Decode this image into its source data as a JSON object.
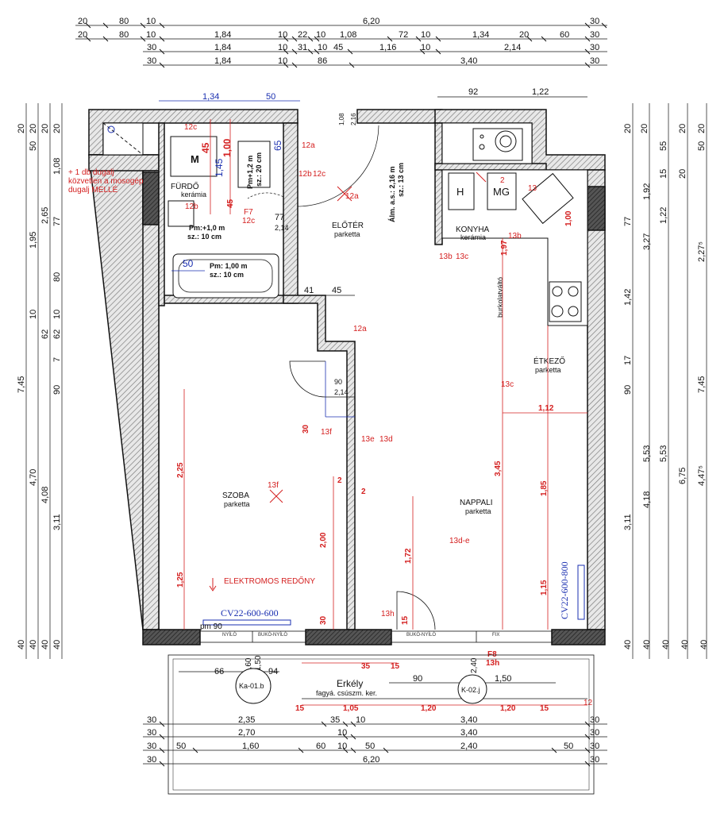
{
  "top_dims": {
    "row1": [
      "20",
      "80",
      "10",
      "6,20",
      "30"
    ],
    "row2": [
      "20",
      "80",
      "10",
      "1,84",
      "10",
      "22",
      "10",
      "1,08",
      "72",
      "10",
      "1,34",
      "20",
      "60",
      "30"
    ],
    "row3": [
      "30",
      "1,84",
      "10",
      "31",
      "10",
      "45",
      "1,16",
      "10",
      "2,14",
      "30"
    ],
    "row4": [
      "30",
      "1,84",
      "10",
      "86",
      "3,40",
      "30"
    ]
  },
  "bottom_dims": {
    "row1": [
      "30",
      "2,35",
      "35",
      "10",
      "3,40",
      "30"
    ],
    "row2": [
      "30",
      "2,70",
      "10",
      "3,40",
      "30"
    ],
    "row3": [
      "30",
      "50",
      "1,60",
      "60",
      "10",
      "50",
      "2,40",
      "50",
      "30"
    ],
    "row4": [
      "30",
      "6,20",
      "30"
    ]
  },
  "left_dims": {
    "col1": [
      "20",
      "1,08",
      "1,95",
      "10",
      "7",
      "7,45",
      "40"
    ],
    "col2": [
      "50",
      "20",
      "2,65",
      "62",
      "4,70",
      "40"
    ],
    "col3": [
      "20",
      "77",
      "80",
      "10",
      "90",
      "4,08",
      "3,11",
      "40"
    ],
    "col4": [
      "20",
      "62",
      "40"
    ]
  },
  "right_dims": {
    "col1": [
      "20",
      "77",
      "3,27",
      "4,18",
      "3,11",
      "40"
    ],
    "col2": [
      "20",
      "1,92",
      "1,22",
      "1,42",
      "17",
      "90",
      "5,53",
      "40"
    ],
    "col3": [
      "55",
      "15",
      "20",
      "5,53",
      "6,75",
      "40"
    ],
    "col4": [
      "20",
      "50",
      "2,27⁵",
      "4,47⁵",
      "40"
    ],
    "col5": [
      "20",
      "7,45",
      "40"
    ]
  },
  "rooms": {
    "furdo": {
      "name": "FÜRDŐ",
      "floor": "kerámia"
    },
    "eloter": {
      "name": "ELŐTÉR",
      "floor": "parketta"
    },
    "konyha": {
      "name": "KONYHA",
      "floor": "kerámia"
    },
    "etkezo": {
      "name": "ÉTKEZŐ",
      "floor": "parketta"
    },
    "szoba": {
      "name": "SZOBA",
      "floor": "parketta"
    },
    "nappali": {
      "name": "NAPPALI",
      "floor": "parketta"
    },
    "erkely": {
      "name": "Erkély",
      "floor": "fagyá. csúszm. ker."
    }
  },
  "appliances": {
    "h": "H",
    "mg": "MG",
    "m": "M"
  },
  "notes": {
    "dugalj1": "+ 1 db dugalj",
    "dugalj2": "közvetlen a mosogép",
    "dugalj3": "dugalj MELLÉ",
    "pm1_a": "Pm:+1,0 m",
    "pm1_b": "sz.: 10 cm",
    "pm2_a": "Pm: 1,00 m",
    "pm2_b": "sz.: 10 cm",
    "pm3_a": "Pm+1,2 m",
    "pm3_b": "sz.: 20 cm",
    "alm_a": "Álm. a.s.: 2,16 m",
    "alm_b": "sz.: 13 cm",
    "burkolat": "burkolatváltó",
    "redony": "ELEKTROMOS REDŐNY",
    "cv1": "CV22-600-600",
    "cv2": "CV22-600-800",
    "pm90": "pm 90",
    "ka": "Ka-01.b",
    "k02": "K-02.j",
    "nyilo1": "NYÍLÓ",
    "nyilo2": "BUKÓ-NYÍLÓ",
    "nyilo3": "BUKÓ-NYÍLÓ",
    "fix": "FIX"
  },
  "red_labels": [
    "12c",
    "12a",
    "12b",
    "12b",
    "12c",
    "12c",
    "F7",
    "12a",
    "13",
    "2",
    "13b",
    "13b",
    "13c",
    "12a",
    "13c",
    "13f",
    "13e",
    "13d",
    "13f",
    "13d-e",
    "13h",
    "F8",
    "13h",
    "12"
  ],
  "inner_dims": {
    "d_134": "1,34",
    "d_50top": "50",
    "d_92": "92",
    "d_122": "1,22",
    "d_45": "45",
    "d_100": "1,00",
    "d_145": "1,45",
    "d_65": "65",
    "d_45b": "45",
    "d_108": "1,08",
    "d_216": "2,16",
    "d_77": "77",
    "d_214": "2,14",
    "d_50": "50",
    "d_41": "41",
    "d_45c": "45",
    "d_197": "1,97",
    "d_100k": "1,00",
    "d_90": "90",
    "d_214b": "2,14",
    "d_112": "1,12",
    "d_345": "3,45",
    "d_185": "1,85",
    "d_115": "1,15",
    "d_30": "30",
    "d_225": "2,25",
    "d_200": "2,00",
    "d_125": "1,25",
    "d_172": "1,72",
    "d_15": "15",
    "d_30b": "30",
    "d_66": "66",
    "d_94": "94",
    "d_160": "1,60",
    "d_150": "1,50",
    "d_240": "2,40",
    "d_35": "35",
    "d_15b": "15",
    "d_90b": "90",
    "d_150b": "1,50",
    "d_15c": "15",
    "d_105": "1,05",
    "d_120": "1,20",
    "d_120b": "1,20",
    "d_15d": "15",
    "d_2a": "2",
    "d_2b": "2"
  },
  "colors": {
    "wall": "#cccccc",
    "hatch": "#5a5a5a",
    "red": "#d42020",
    "blue": "#1a2fb0",
    "dim": "#111111"
  }
}
